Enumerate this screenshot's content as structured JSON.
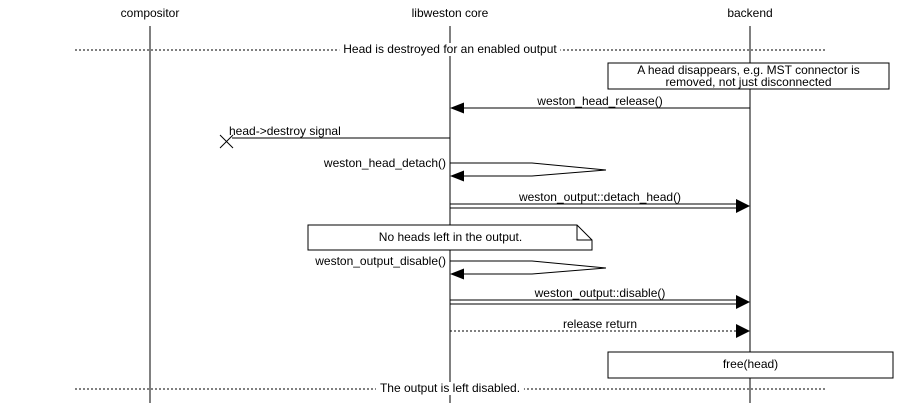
{
  "colors": {
    "background": "#ffffff",
    "line": "#000000",
    "text": "#000000"
  },
  "entities": [
    {
      "label": "compositor"
    },
    {
      "label": "libweston core"
    },
    {
      "label": "backend"
    }
  ],
  "dividers": [
    {
      "label": "Head is destroyed for an enabled output"
    },
    {
      "label": "The output is left disabled."
    }
  ],
  "notes": [
    {
      "shape": "box",
      "over": "backend",
      "lines": [
        "A head disappears, e.g. MST connector is",
        "removed, not just disconnected"
      ]
    },
    {
      "shape": "note",
      "over": "libweston core",
      "lines": [
        "No heads left in the output."
      ]
    },
    {
      "shape": "box",
      "over": "backend",
      "lines": [
        "free(head)"
      ]
    }
  ],
  "messages": [
    {
      "label": "weston_head_release()",
      "from": "backend",
      "to": "libweston core",
      "style": "solid-arrow"
    },
    {
      "label": "head->destroy signal",
      "from": "libweston core",
      "to": "compositor",
      "style": "lost-message"
    },
    {
      "label": "weston_head_detach()",
      "from": "libweston core",
      "to": "libweston core",
      "style": "self-call"
    },
    {
      "label": "weston_output::detach_head()",
      "from": "libweston core",
      "to": "backend",
      "style": "double-line-arrow"
    },
    {
      "label": "weston_output_disable()",
      "from": "libweston core",
      "to": "libweston core",
      "style": "self-call"
    },
    {
      "label": "weston_output::disable()",
      "from": "libweston core",
      "to": "backend",
      "style": "double-line-arrow"
    },
    {
      "label": "release return",
      "from": "libweston core",
      "to": "backend",
      "style": "dotted-arrow"
    }
  ]
}
